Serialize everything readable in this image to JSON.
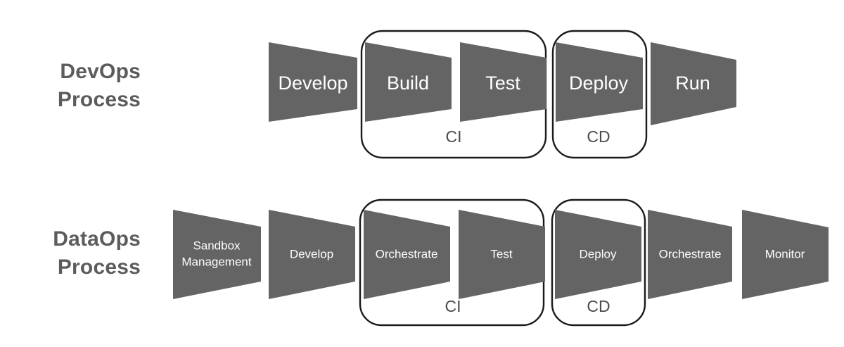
{
  "diagram": {
    "title_visible": false,
    "background_color": "#ffffff",
    "shape_fill_color": "#646464",
    "shape_text_color": "#ffffff",
    "row_label_color": "#5c5c5c",
    "box_stroke_color": "#1a1a1a",
    "box_label_color": "#4a4a4a"
  },
  "rows": [
    {
      "id": "devops",
      "label": "DevOps\nProcess",
      "steps": [
        {
          "id": "develop",
          "label": "Develop",
          "size": "big"
        },
        {
          "id": "build",
          "label": "Build",
          "size": "big"
        },
        {
          "id": "test",
          "label": "Test",
          "size": "big"
        },
        {
          "id": "deploy",
          "label": "Deploy",
          "size": "big"
        },
        {
          "id": "run",
          "label": "Run",
          "size": "big"
        }
      ],
      "groups": [
        {
          "id": "ci",
          "label": "CI",
          "steps": [
            "build",
            "test"
          ]
        },
        {
          "id": "cd",
          "label": "CD",
          "steps": [
            "deploy"
          ]
        }
      ]
    },
    {
      "id": "dataops",
      "label": "DataOps\nProcess",
      "steps": [
        {
          "id": "sandbox-management",
          "label": "Sandbox\nManagement",
          "size": "small",
          "lines": [
            "Sandbox",
            "Management"
          ]
        },
        {
          "id": "develop",
          "label": "Develop",
          "size": "small"
        },
        {
          "id": "orchestrate-1",
          "label": "Orchestrate",
          "size": "small"
        },
        {
          "id": "test",
          "label": "Test",
          "size": "small"
        },
        {
          "id": "deploy",
          "label": "Deploy",
          "size": "small"
        },
        {
          "id": "orchestrate-2",
          "label": "Orchestrate",
          "size": "small"
        },
        {
          "id": "monitor",
          "label": "Monitor",
          "size": "small"
        }
      ],
      "groups": [
        {
          "id": "ci",
          "label": "CI",
          "steps": [
            "orchestrate-1",
            "test"
          ]
        },
        {
          "id": "cd",
          "label": "CD",
          "steps": [
            "deploy"
          ]
        }
      ]
    }
  ]
}
